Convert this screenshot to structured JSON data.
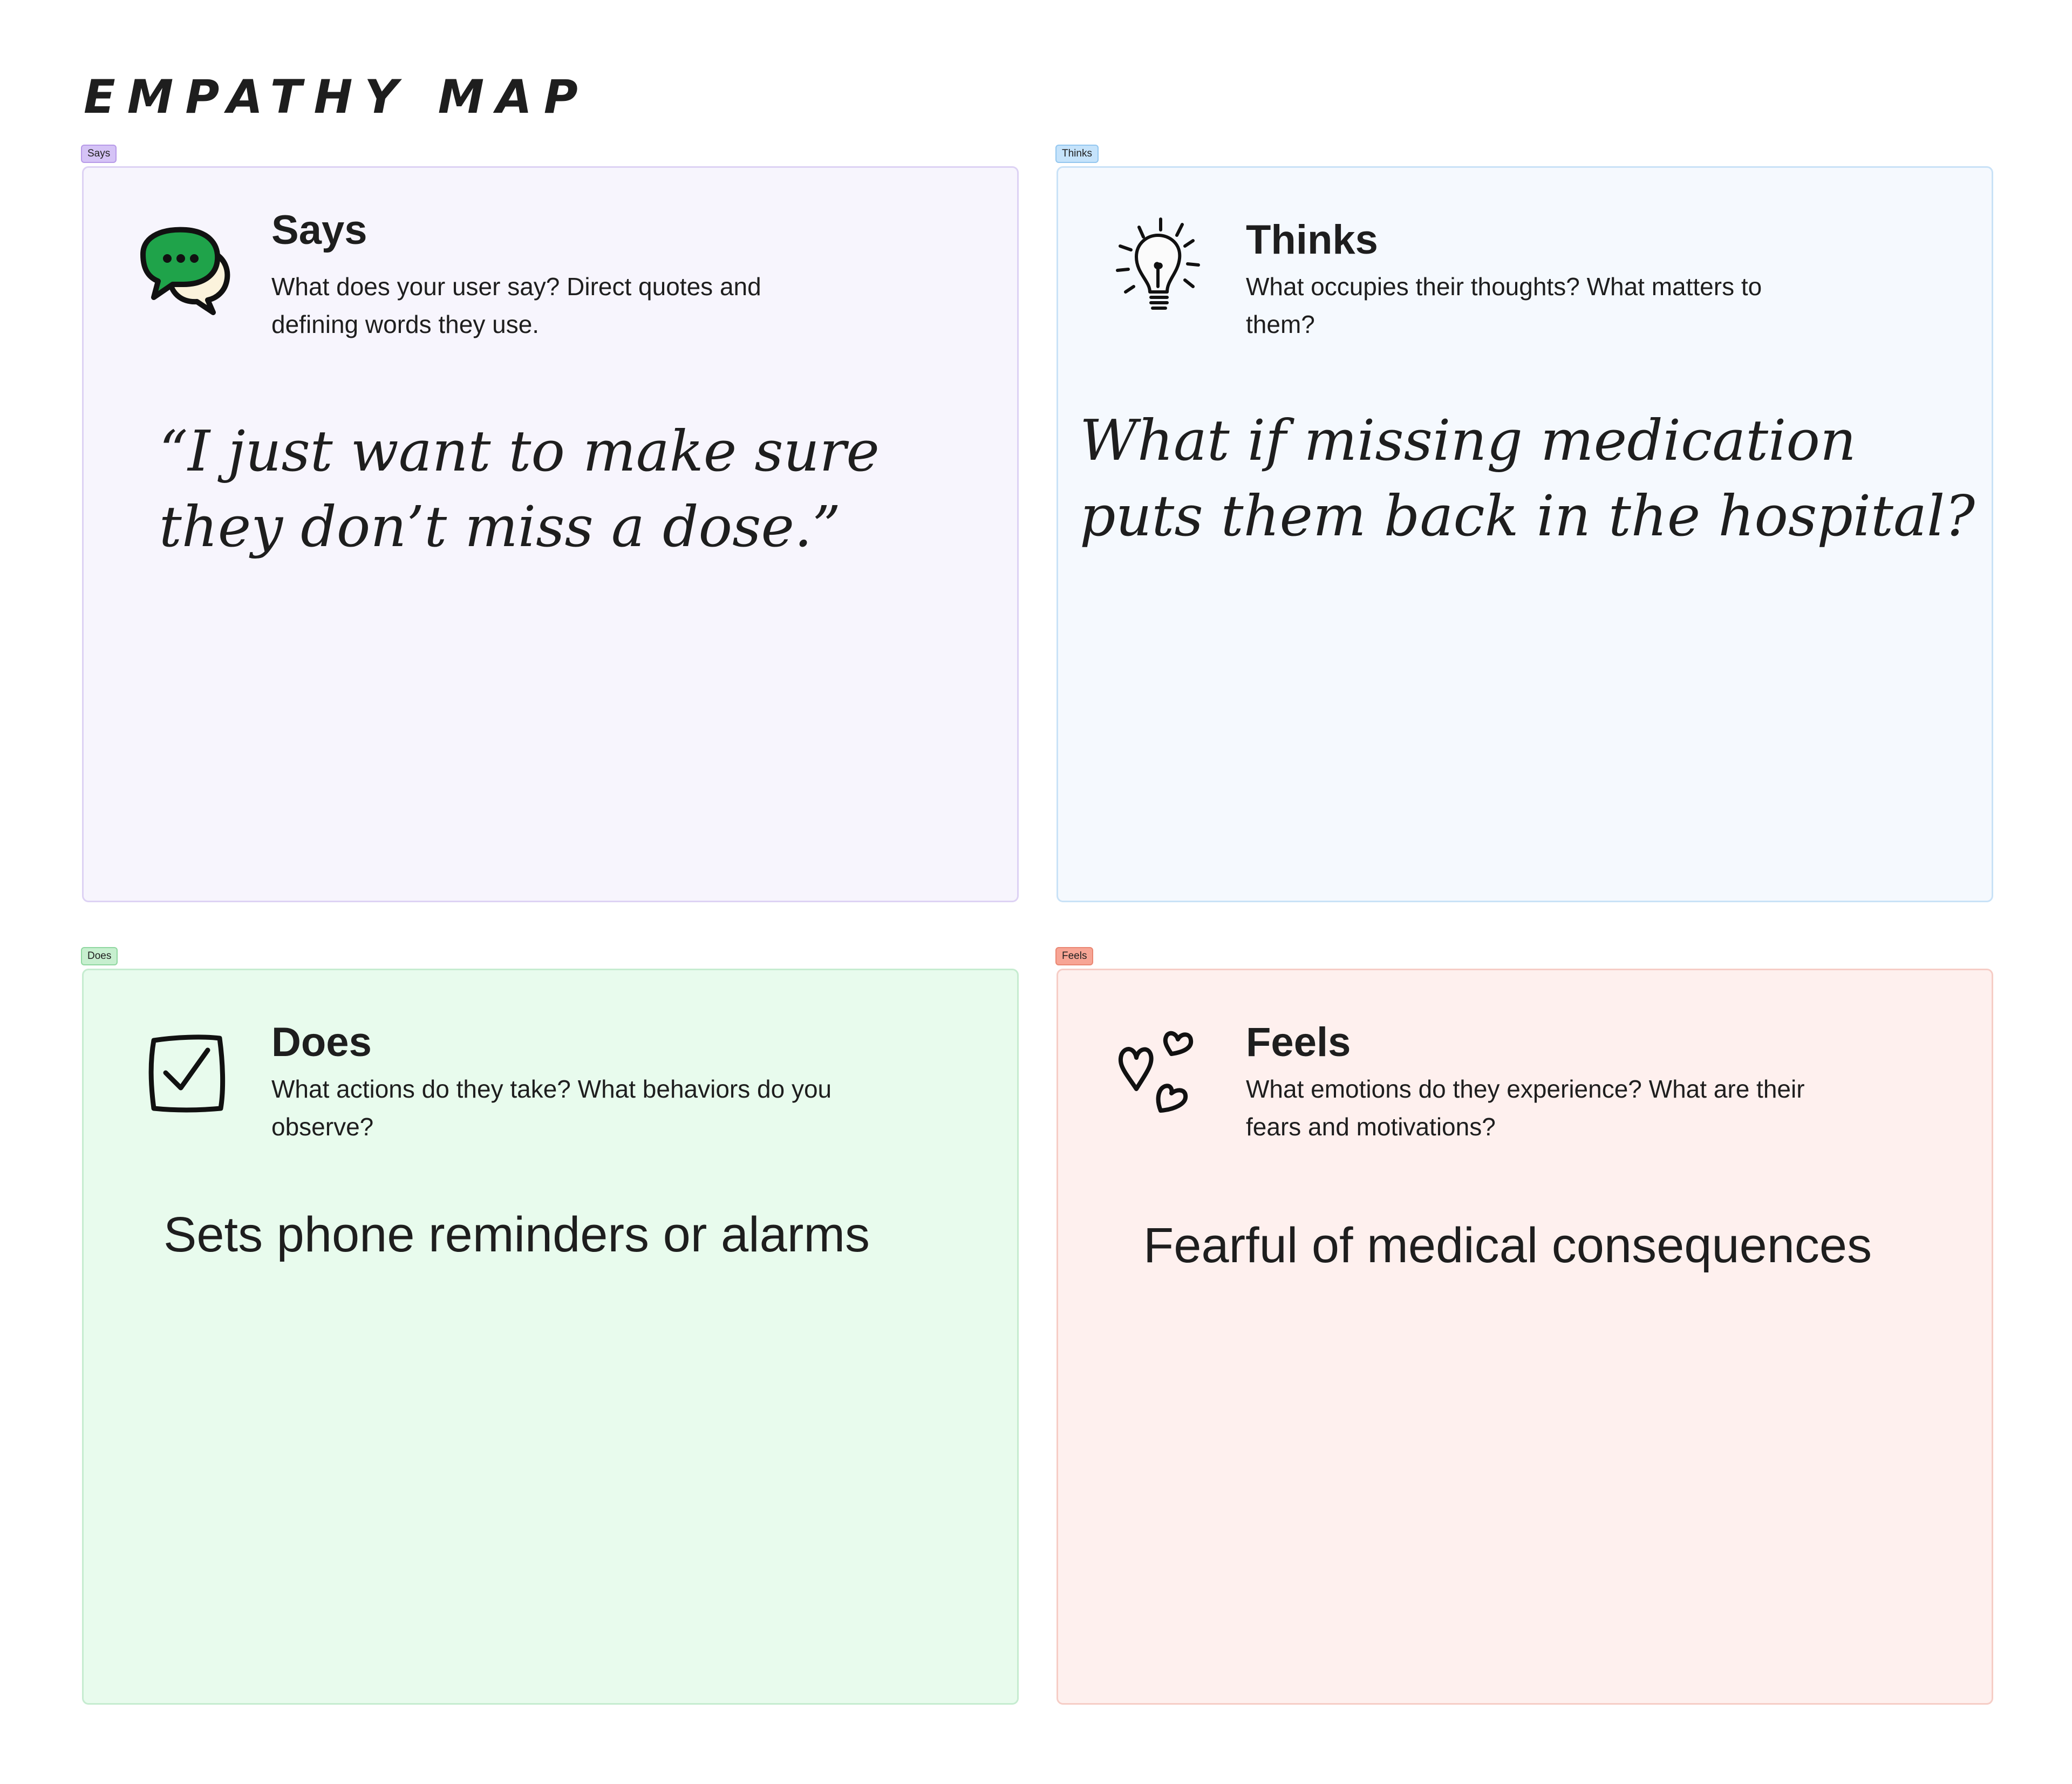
{
  "board": {
    "title": "EMPATHY MAP"
  },
  "sections": {
    "says": {
      "tag": "Says",
      "heading": "Says",
      "description": "What does your user say? Direct quotes and defining words they use.",
      "note": "“I just want to make sure they don’t miss a dose.”",
      "icon": "speech-bubbles-icon",
      "accent": "#1fa34a"
    },
    "thinks": {
      "tag": "Thinks",
      "heading": "Thinks",
      "description": "What occupies their thoughts? What matters to them?",
      "note": "What if missing medication puts them back in the hospital?",
      "icon": "lightbulb-icon"
    },
    "does": {
      "tag": "Does",
      "heading": "Does",
      "description": "What actions do they take? What behaviors do you observe?",
      "note": "Sets phone reminders or alarms",
      "icon": "checkbox-icon"
    },
    "feels": {
      "tag": "Feels",
      "heading": "Feels",
      "description": "What emotions do they experience? What are their fears and motivations?",
      "note": "Fearful of medical consequences",
      "icon": "hearts-icon"
    }
  }
}
